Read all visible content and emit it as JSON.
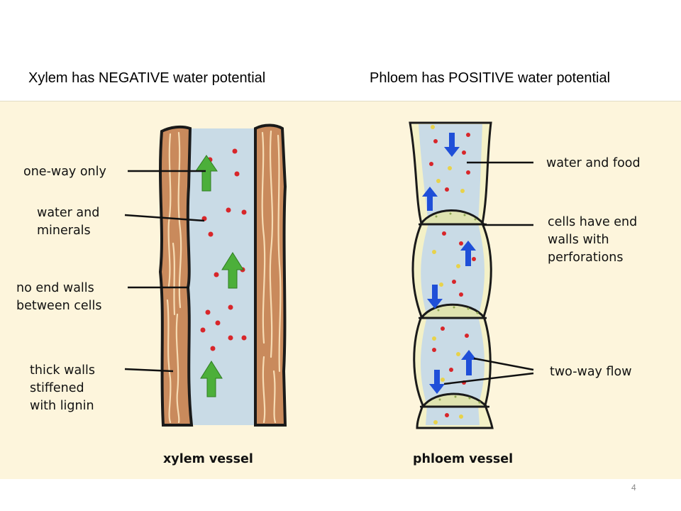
{
  "headings": {
    "xylem": "Xylem has NEGATIVE water potential",
    "phloem": "Phloem has POSITIVE water potential"
  },
  "xylem": {
    "labels": {
      "one_way_only": "one-way only",
      "water_and_minerals": [
        "water and",
        "minerals"
      ],
      "no_end_walls": [
        "no end walls",
        "between cells"
      ],
      "thick_walls": [
        "thick walls",
        "stiffened",
        "with lignin"
      ]
    },
    "caption": "xylem vessel"
  },
  "phloem": {
    "labels": {
      "water_and_food": "water and food",
      "end_walls": [
        "cells have end",
        "walls with",
        "perforations"
      ],
      "two_way_flow": "two-way flow"
    },
    "caption": "phloem vessel"
  },
  "colors": {
    "background": "#fdf5dc",
    "wall_brown": "#c98a5c",
    "lumen_blue": "#c9dbe6",
    "sieve_plate": "#dfe3b0",
    "arrow_green": "#4caf3a",
    "arrow_blue": "#1f4fd8",
    "dot_red": "#d8262a",
    "dot_yellow": "#e8d24a"
  },
  "slide_number": "4"
}
